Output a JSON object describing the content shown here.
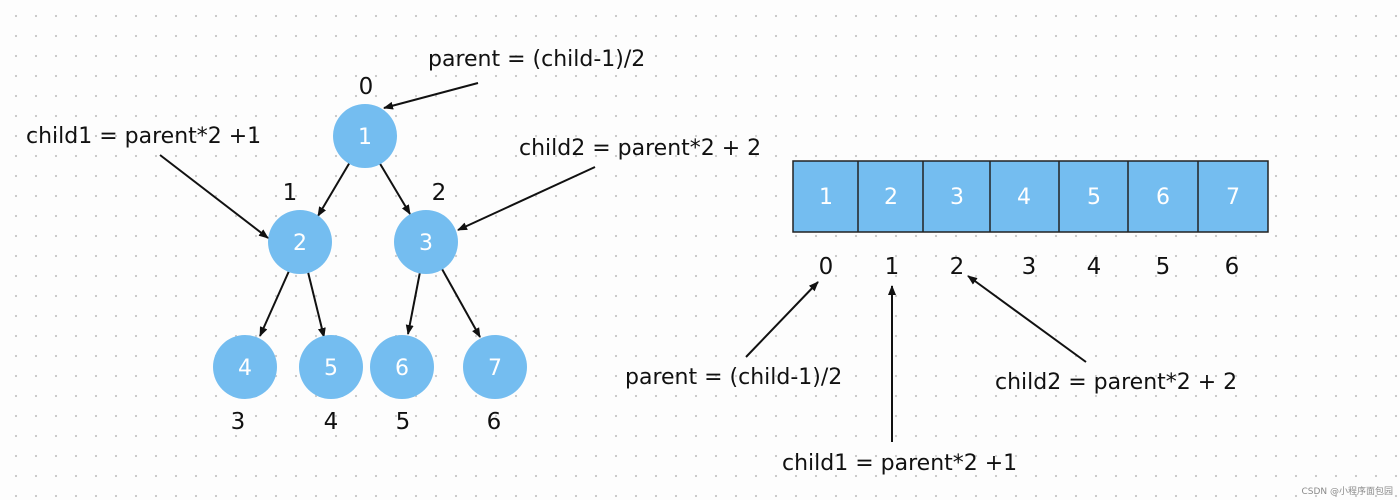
{
  "colors": {
    "node_fill": "#74bdf0",
    "cell_fill": "#74bdf0",
    "cell_stroke": "#222222",
    "text": "#111111",
    "node_text": "#ffffff"
  },
  "tree": {
    "nodes": [
      {
        "value": "1",
        "index": "0"
      },
      {
        "value": "2",
        "index": "1"
      },
      {
        "value": "3",
        "index": "2"
      },
      {
        "value": "4",
        "index": "3"
      },
      {
        "value": "5",
        "index": "4"
      },
      {
        "value": "6",
        "index": "5"
      },
      {
        "value": "7",
        "index": "6"
      }
    ],
    "labels": {
      "parent_formula": "parent = (child-1)/2",
      "child1_formula": "child1 = parent*2 +1",
      "child2_formula": "child2 = parent*2 + 2"
    }
  },
  "array": {
    "cells": [
      "1",
      "2",
      "3",
      "4",
      "5",
      "6",
      "7"
    ],
    "indices": [
      "0",
      "1",
      "2",
      "3",
      "4",
      "5",
      "6"
    ],
    "labels": {
      "parent_formula": "parent = (child-1)/2",
      "child1_formula": "child1 = parent*2 +1",
      "child2_formula": "child2 = parent*2 + 2"
    }
  },
  "watermark": "CSDN @小程序面包园"
}
